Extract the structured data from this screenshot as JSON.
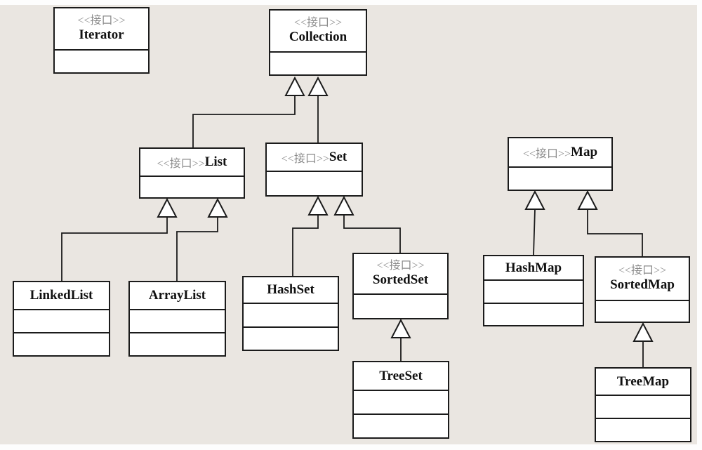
{
  "diagram": {
    "kind": "uml-class-diagram",
    "subject": "Java Collections Framework hierarchy",
    "stereotype_meaning": "interface"
  },
  "nodes": [
    {
      "name": "Iterator",
      "stereotype": "<<接口>>",
      "kind": "interface",
      "empty_compartments": 1
    },
    {
      "name": "Collection",
      "stereotype": "<<接口>>",
      "kind": "interface",
      "empty_compartments": 1
    },
    {
      "name": "List",
      "stereotype": "<<接口>>",
      "kind": "interface",
      "empty_compartments": 1
    },
    {
      "name": "Set",
      "stereotype": "<<接口>>",
      "kind": "interface",
      "empty_compartments": 1
    },
    {
      "name": "Map",
      "stereotype": "<<接口>>",
      "kind": "interface",
      "empty_compartments": 1
    },
    {
      "name": "LinkedList",
      "kind": "class",
      "empty_compartments": 2
    },
    {
      "name": "ArrayList",
      "kind": "class",
      "empty_compartments": 2
    },
    {
      "name": "HashSet",
      "kind": "class",
      "empty_compartments": 2
    },
    {
      "name": "SortedSet",
      "stereotype": "<<接口>>",
      "kind": "interface",
      "empty_compartments": 1
    },
    {
      "name": "TreeSet",
      "kind": "class",
      "empty_compartments": 2
    },
    {
      "name": "HashMap",
      "kind": "class",
      "empty_compartments": 2
    },
    {
      "name": "SortedMap",
      "stereotype": "<<接口>>",
      "kind": "interface",
      "empty_compartments": 1
    },
    {
      "name": "TreeMap",
      "kind": "class",
      "empty_compartments": 2
    }
  ],
  "edges": [
    {
      "from": "List",
      "to": "Collection",
      "type": "generalization"
    },
    {
      "from": "Set",
      "to": "Collection",
      "type": "generalization"
    },
    {
      "from": "LinkedList",
      "to": "List",
      "type": "generalization"
    },
    {
      "from": "ArrayList",
      "to": "List",
      "type": "generalization"
    },
    {
      "from": "HashSet",
      "to": "Set",
      "type": "generalization"
    },
    {
      "from": "SortedSet",
      "to": "Set",
      "type": "generalization"
    },
    {
      "from": "TreeSet",
      "to": "SortedSet",
      "type": "generalization"
    },
    {
      "from": "HashMap",
      "to": "Map",
      "type": "generalization"
    },
    {
      "from": "SortedMap",
      "to": "Map",
      "type": "generalization"
    },
    {
      "from": "TreeMap",
      "to": "SortedMap",
      "type": "generalization"
    }
  ],
  "colors": {
    "background": "#eae6e1",
    "page_border": "#fdfdfd",
    "box_fill": "#ffffff",
    "line": "#1b1b1b",
    "stereotype_text": "#8b8b8b",
    "class_name_text": "#111111"
  }
}
